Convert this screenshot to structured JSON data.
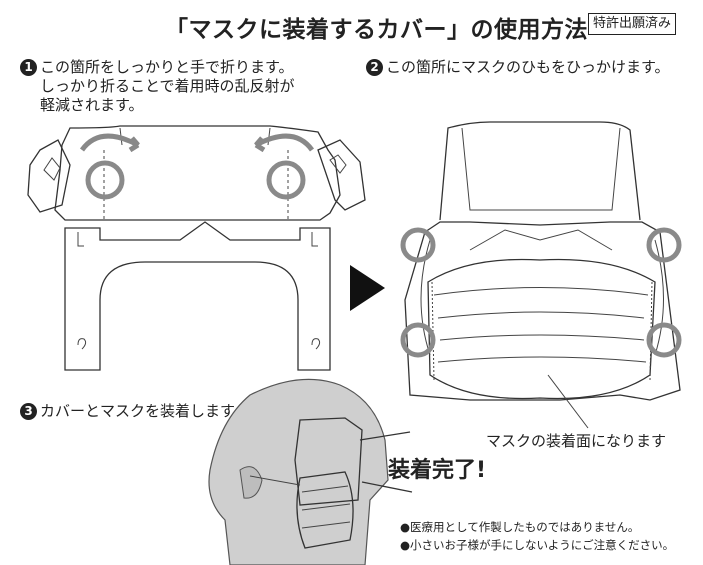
{
  "title": "「マスクに装着するカバー」の使用方法",
  "patent_badge": "特許出願済み",
  "steps": [
    {
      "number": "1",
      "lines": [
        "この箇所をしっかりと手で折ります。",
        "しっかり折ることで着用時の乱反射が",
        "軽減されます。"
      ]
    },
    {
      "number": "2",
      "lines": [
        "この箇所にマスクのひもをひっかけます。"
      ]
    },
    {
      "number": "3",
      "lines": [
        "カバーとマスクを装着します。"
      ]
    }
  ],
  "mask_face_label": "マスクの装着面になります",
  "complete_label": "装着完了!",
  "notes": [
    "●医療用として作製したものではありません。",
    "●小さいお子様が手にしないようにご注意ください。"
  ],
  "colors": {
    "ink": "#222222",
    "highlight_ring": "#8a8a8a",
    "head_fill": "#cfcfcf"
  },
  "icons": [
    "fold-arrow-icon",
    "highlight-circle-icon",
    "next-arrow-icon",
    "number-badge-icon"
  ]
}
